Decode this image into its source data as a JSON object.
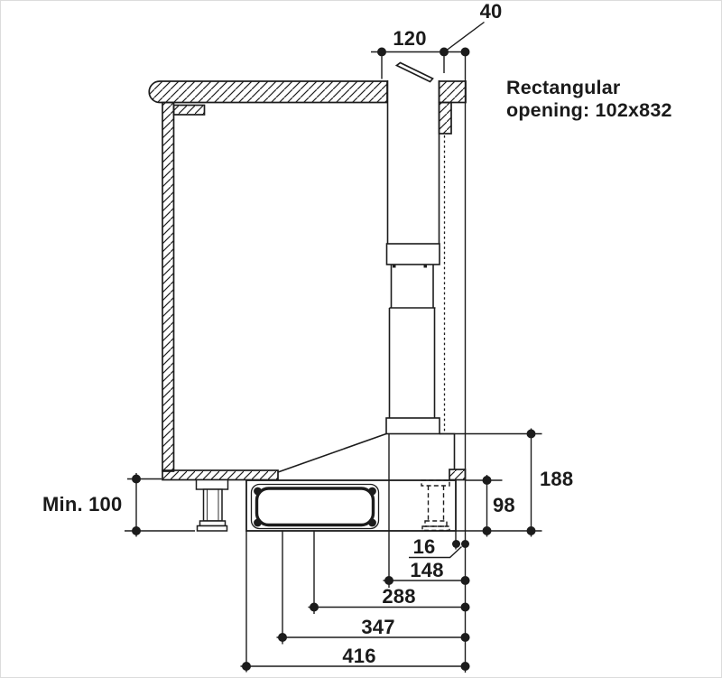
{
  "drawing": {
    "type": "installation-cross-section",
    "note": {
      "line1": "Rectangular",
      "line2": "opening: 102x832"
    },
    "dimensions": {
      "duct_top_width": "120",
      "rear_offset": "40",
      "min_clearance": "Min. 100",
      "total_height": "188",
      "hood_body_height": "98",
      "edge_gap": "16",
      "depth_1": "148",
      "depth_2": "288",
      "depth_3": "347",
      "depth_4": "416"
    },
    "colors": {
      "line": "#1c1c1c",
      "background": "#ffffff"
    }
  }
}
